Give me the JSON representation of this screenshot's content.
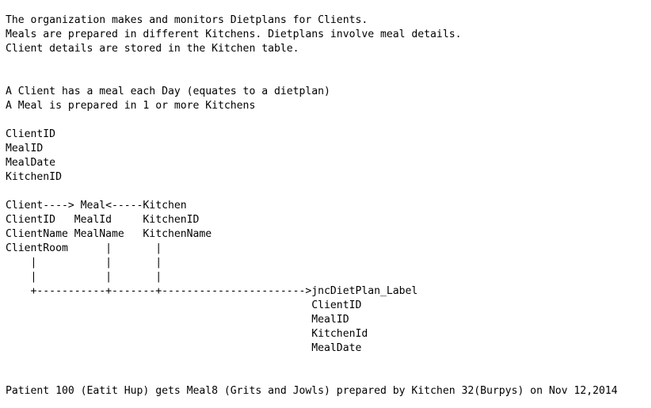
{
  "document": {
    "lines": [
      "The organization makes and monitors Dietplans for Clients.",
      "Meals are prepared in different Kitchens. Dietplans involve meal details.",
      "Client details are stored in the Kitchen table.",
      "",
      "",
      "A Client has a meal each Day (equates to a dietplan)",
      "A Meal is prepared in 1 or more Kitchens",
      "",
      "ClientID",
      "MealID",
      "MealDate",
      "KitchenID",
      "",
      "Client----> Meal<-----Kitchen",
      "ClientID   MealId     KitchenID",
      "ClientName MealName   KitchenName",
      "ClientRoom      |       |",
      "    |           |       |",
      "    |           |       |",
      "    +-----------+-------+----------------------->jncDietPlan_Label",
      "                                                 ClientID",
      "                                                 MealID",
      "                                                 KitchenId",
      "                                                 MealDate",
      "",
      "",
      "",
      "Patient 100 (Eatit Hup) gets Meal8 (Grits and Jowls) prepared by Kitchen 32(Burpys) on Nov 12,2014"
    ]
  }
}
